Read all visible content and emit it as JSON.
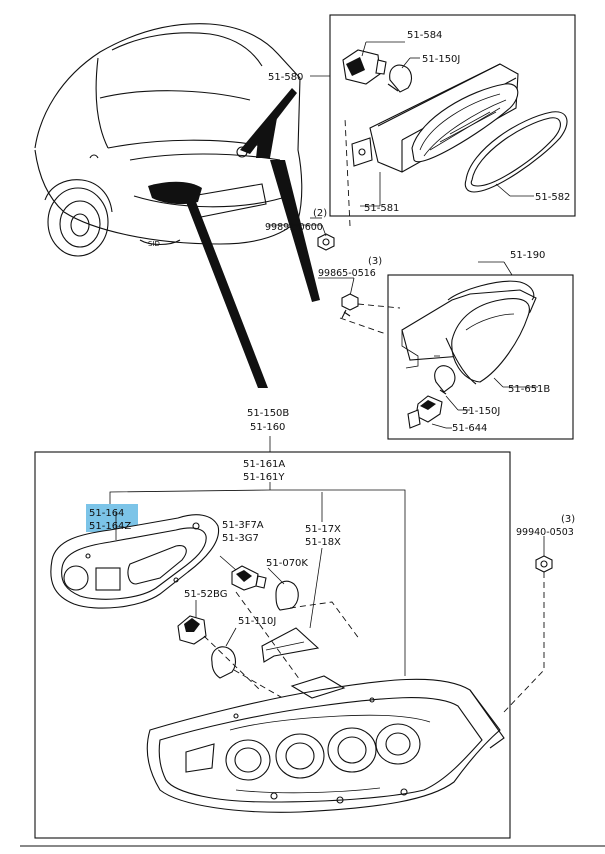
{
  "diagram": {
    "callouts": {
      "c51584": "51-584",
      "c51150j_top": "51-150J",
      "c51580": "51-580",
      "c51581": "51-581",
      "c51582": "51-582",
      "q2": "(2)",
      "c99891": "99891-0600",
      "q3a": "(3)",
      "c99865": "99865-0516",
      "c51190": "51-190",
      "c51651b": "51-651B",
      "c51150j_mid": "51-150J",
      "c51644": "51-644",
      "c51150b": "51-150B",
      "c51160": "51-160",
      "c51161a": "51-161A",
      "c51161y": "51-161Y",
      "c51164": "51-164",
      "c51164z": "51-164Z",
      "c513f7a": "51-3F7A",
      "c513g7": "51-3G7",
      "c5117x": "51-17X",
      "c5118x": "51-18X",
      "c51070k": "51-070K",
      "c5152bg": "51-52BG",
      "c51110j": "51-110J",
      "q3b": "(3)",
      "c99940": "99940-0503"
    },
    "highlight_color": "#7cc4e8"
  }
}
